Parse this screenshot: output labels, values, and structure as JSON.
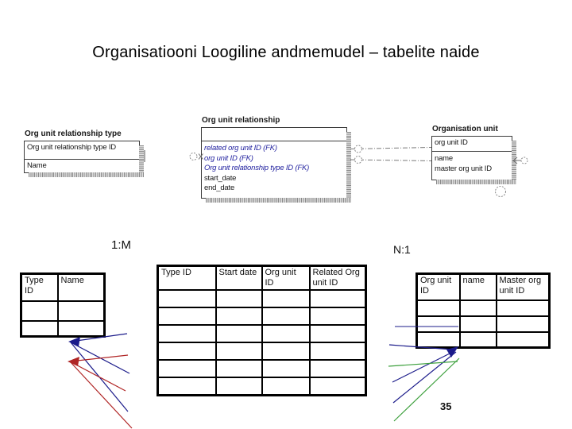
{
  "slide": {
    "title": "Organisatiooni Loogiline andmemudel – tabelite naide",
    "page_number": "35"
  },
  "diagram": {
    "entity_left": {
      "title": "Org unit relationship type",
      "pk": "Org unit relationship type ID",
      "attr1": "Name"
    },
    "entity_middle": {
      "title": "Org unit relationship",
      "fk1": "related org unit ID (FK)",
      "fk2": "org unit ID (FK)",
      "fk3": "Org unit relationship type ID (FK)",
      "attr1": "start_date",
      "attr2": "end_date"
    },
    "entity_right": {
      "title": "Organisation unit",
      "pk": "org unit ID",
      "attr1": "name",
      "attr2": "master org unit ID"
    },
    "label_1m": "1:M",
    "label_n1": "N:1"
  },
  "tables": {
    "type_table": {
      "headers": [
        "Type ID",
        "Name"
      ],
      "empty_rows": 2
    },
    "relationship_table": {
      "headers": [
        "Type ID",
        "Start date",
        "Org unit ID",
        "Related Org unit ID"
      ],
      "empty_rows": 6
    },
    "org_unit_table": {
      "headers": [
        "Org unit ID",
        "name",
        "Master org unit ID"
      ],
      "empty_rows": 3
    }
  },
  "colors": {
    "fk_text": "#2323a0",
    "annotation_blue": "#1b1b8a",
    "annotation_red": "#b02525",
    "annotation_green": "#3da03d",
    "table_border": "#000000",
    "entity_shadow": "#8a8a8a"
  }
}
